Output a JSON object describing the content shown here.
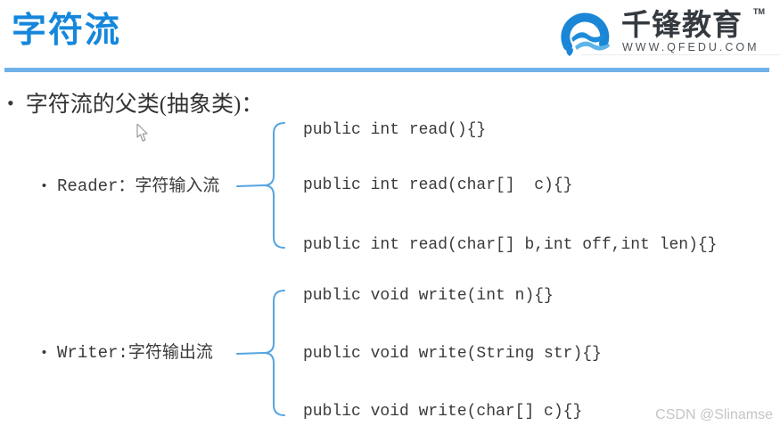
{
  "header": {
    "title": "字符流",
    "logo": {
      "brand": "千锋教育",
      "trademark": "TM",
      "website": "WWW.QFEDU.COM"
    }
  },
  "content": {
    "bullet_char": "•",
    "heading": "字符流的父类(抽象类)：",
    "groups": [
      {
        "label": "Reader：字符输入流",
        "methods": [
          "public int read(){}",
          "public int read(char[]  c){}",
          "public int read(char[] b,int off,int len){}"
        ]
      },
      {
        "label": "Writer:字符输出流",
        "methods": [
          "public void write(int n){}",
          "public void write(String str){}",
          "public void write(char[] c){}"
        ]
      }
    ]
  },
  "watermark": "CSDN @Slinamse",
  "colors": {
    "title_blue": "#1487dc",
    "underline_blue": "#6fb1e9",
    "brace_blue": "#54a5e2",
    "text_dark": "#3a3a3a",
    "logo_dark": "#343a40",
    "watermark_gray": "#c5c5c5"
  }
}
